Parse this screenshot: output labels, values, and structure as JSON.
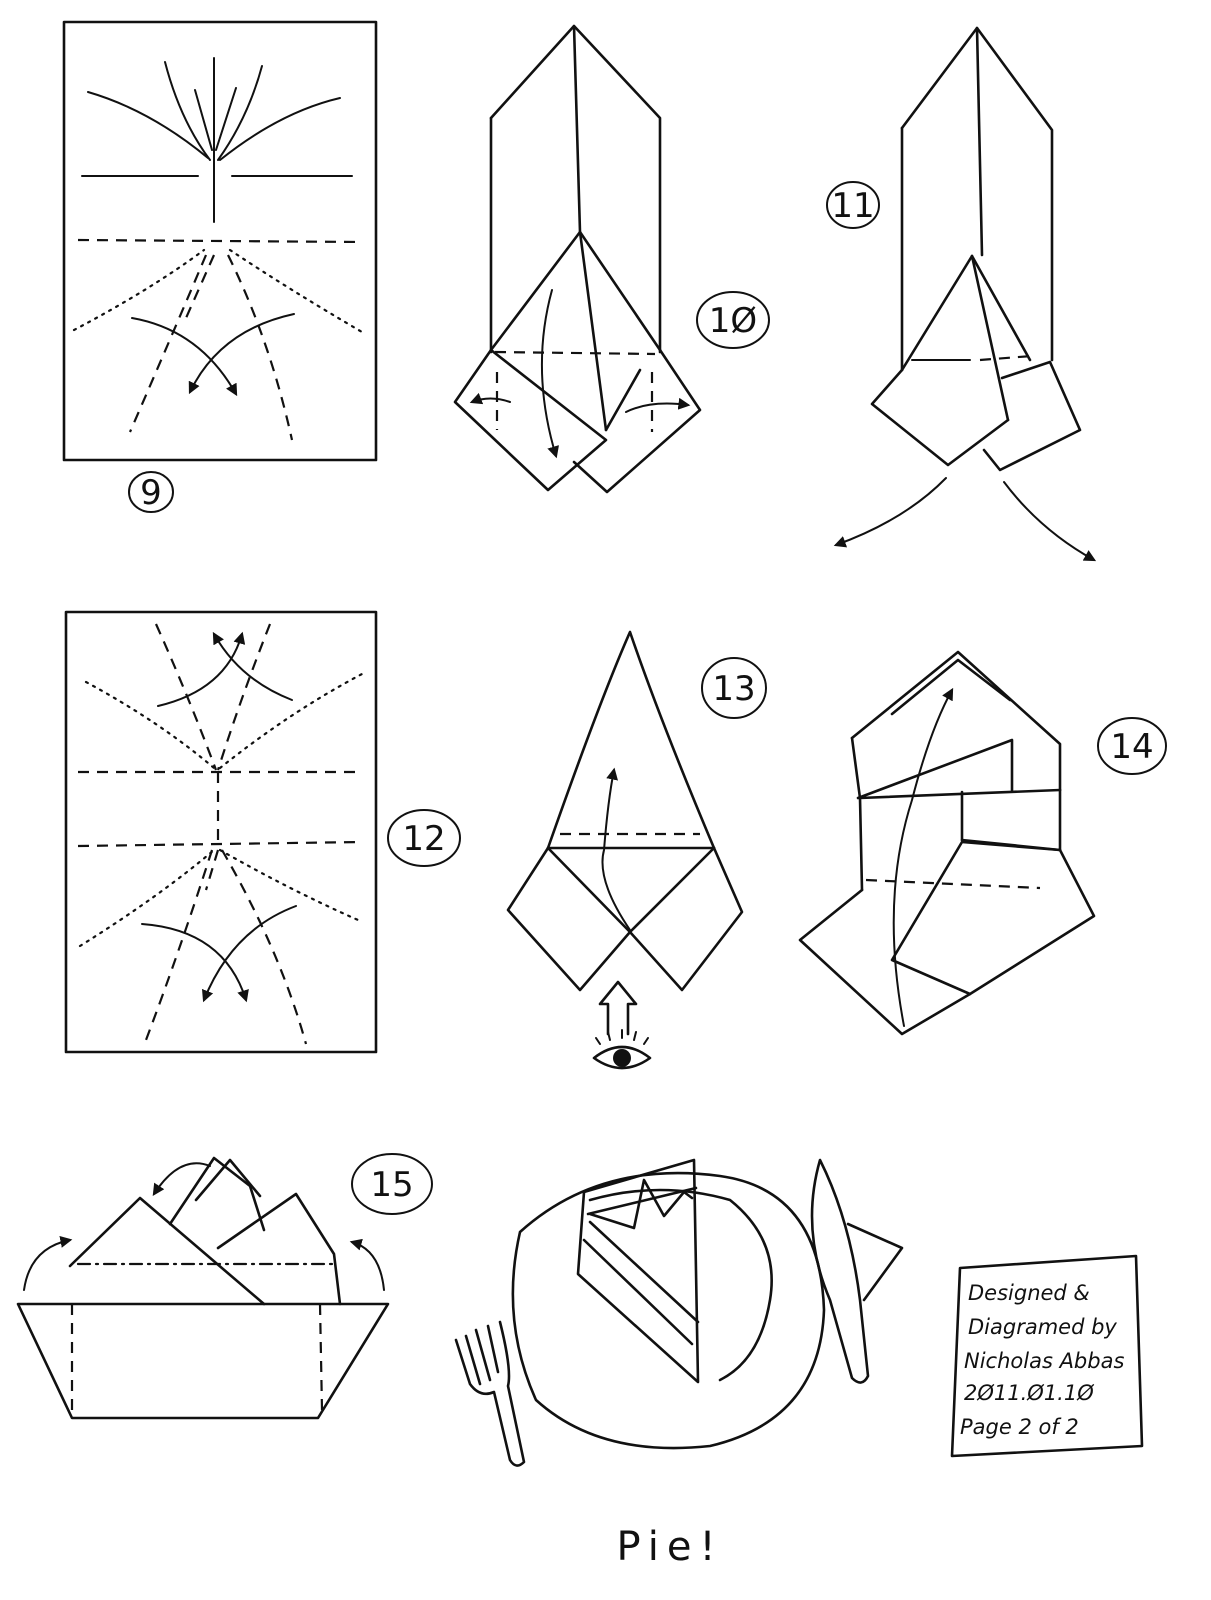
{
  "steps": [
    {
      "id": "9",
      "label": "9"
    },
    {
      "id": "10",
      "label": "1Ø"
    },
    {
      "id": "11",
      "label": "11"
    },
    {
      "id": "12",
      "label": "12"
    },
    {
      "id": "13",
      "label": "13"
    },
    {
      "id": "14",
      "label": "14"
    },
    {
      "id": "15",
      "label": "15"
    }
  ],
  "final_caption": "Pie!",
  "credits": {
    "line1": "Designed &",
    "line2": "Diagramed by",
    "line3": "Nicholas Abbas",
    "line4": "2Ø11.Ø1.1Ø",
    "line5": "Page 2 of 2"
  }
}
